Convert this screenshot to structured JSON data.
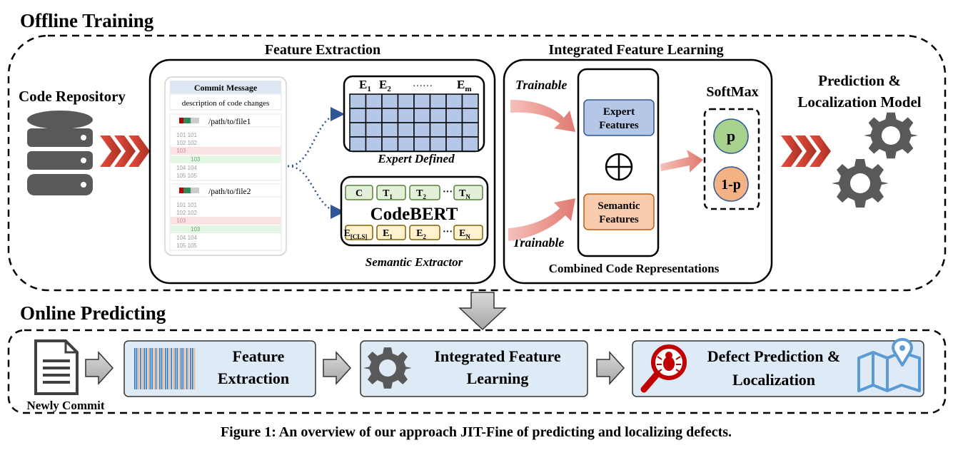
{
  "offline": {
    "title": "Offline Training",
    "code_repository": "Code Repository",
    "feature_extraction_title": "Feature Extraction",
    "commit_panel": {
      "header": "Commit Message",
      "description": "description of code changes",
      "file1": "/path/to/file1",
      "file2": "/path/to/file2",
      "line_pairs": [
        "101 101",
        "102 102",
        "103",
        "103",
        "104 104",
        "105 105"
      ]
    },
    "expert": {
      "e1": "E",
      "e1_sub": "1",
      "e2": "E",
      "e2_sub": "2",
      "dots": "……",
      "em": "E",
      "em_sub": "m",
      "caption": "Expert Defined"
    },
    "codebert": {
      "tokens_top": [
        {
          "main": "C",
          "sub": ""
        },
        {
          "main": "T",
          "sub": "1"
        },
        {
          "main": "T",
          "sub": "2"
        },
        {
          "main": "T",
          "sub": "N"
        }
      ],
      "name": "CodeBERT",
      "tokens_bottom": [
        {
          "main": "E",
          "sub": "[CLS]"
        },
        {
          "main": "E",
          "sub": "1"
        },
        {
          "main": "E",
          "sub": "2"
        },
        {
          "main": "E",
          "sub": "N"
        }
      ],
      "ellipsis": "···",
      "caption": "Semantic Extractor"
    },
    "integrated_title": "Integrated Feature Learning",
    "trainable_top": "Trainable",
    "trainable_bottom": "Trainable",
    "expert_features": "Expert Features",
    "semantic_features": "Semantic Features",
    "combined": "Combined Code Representations",
    "softmax": "SoftMax",
    "p": "p",
    "one_minus_p": "1-p",
    "model_title": "Prediction & Localization Model"
  },
  "online": {
    "title": "Online Predicting",
    "newly_commit": "Newly Commit",
    "step1": "Feature Extraction",
    "step2": "Integrated Feature Learning",
    "step3": "Defect Prediction & Localization"
  },
  "caption": "Figure 1: An overview of our approach JIT-Fine of predicting and localizing defects.",
  "colors": {
    "expert_fill": "#b4c7e7",
    "semantic_fill": "#f8cbad",
    "p_fill": "#a9d18e",
    "one_minus_p_fill": "#f4b183",
    "online_box_fill": "#deebf7",
    "chevron": "#c0392b",
    "gear": "#595959",
    "database": "#595959",
    "bug_red": "#c00000",
    "map_blue": "#5b9bd5"
  }
}
